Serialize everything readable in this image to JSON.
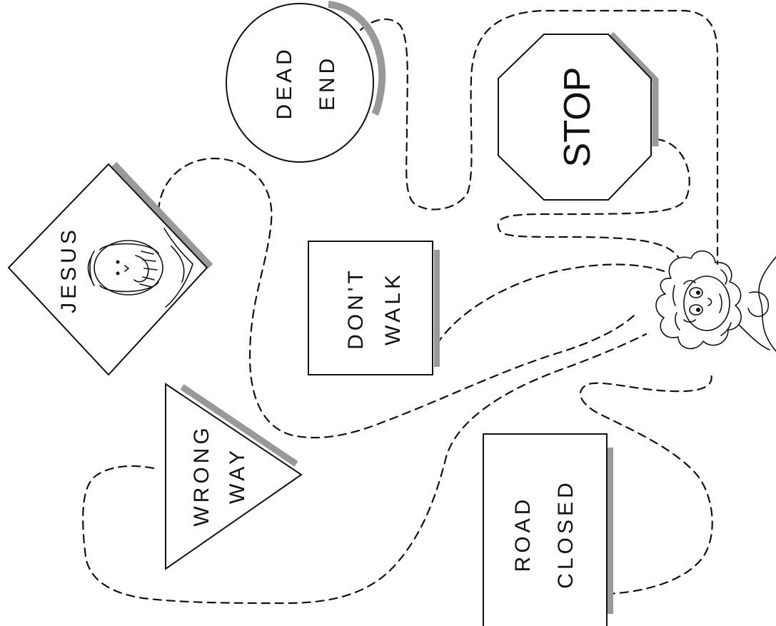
{
  "signs": {
    "dead_end": {
      "line1": "DEAD",
      "line2": "END"
    },
    "stop": {
      "label": "STOP"
    },
    "jesus": {
      "label": "JESUS"
    },
    "dont_walk": {
      "line1": "DON'T",
      "line2": "WALK"
    },
    "wrong_way": {
      "line1": "WRONG",
      "line2": "WAY"
    },
    "road_closed": {
      "line1": "ROAD",
      "line2": "CLOSED"
    }
  },
  "colors": {
    "ink": "#111111",
    "shadow": "#999999",
    "background": "#ffffff"
  }
}
